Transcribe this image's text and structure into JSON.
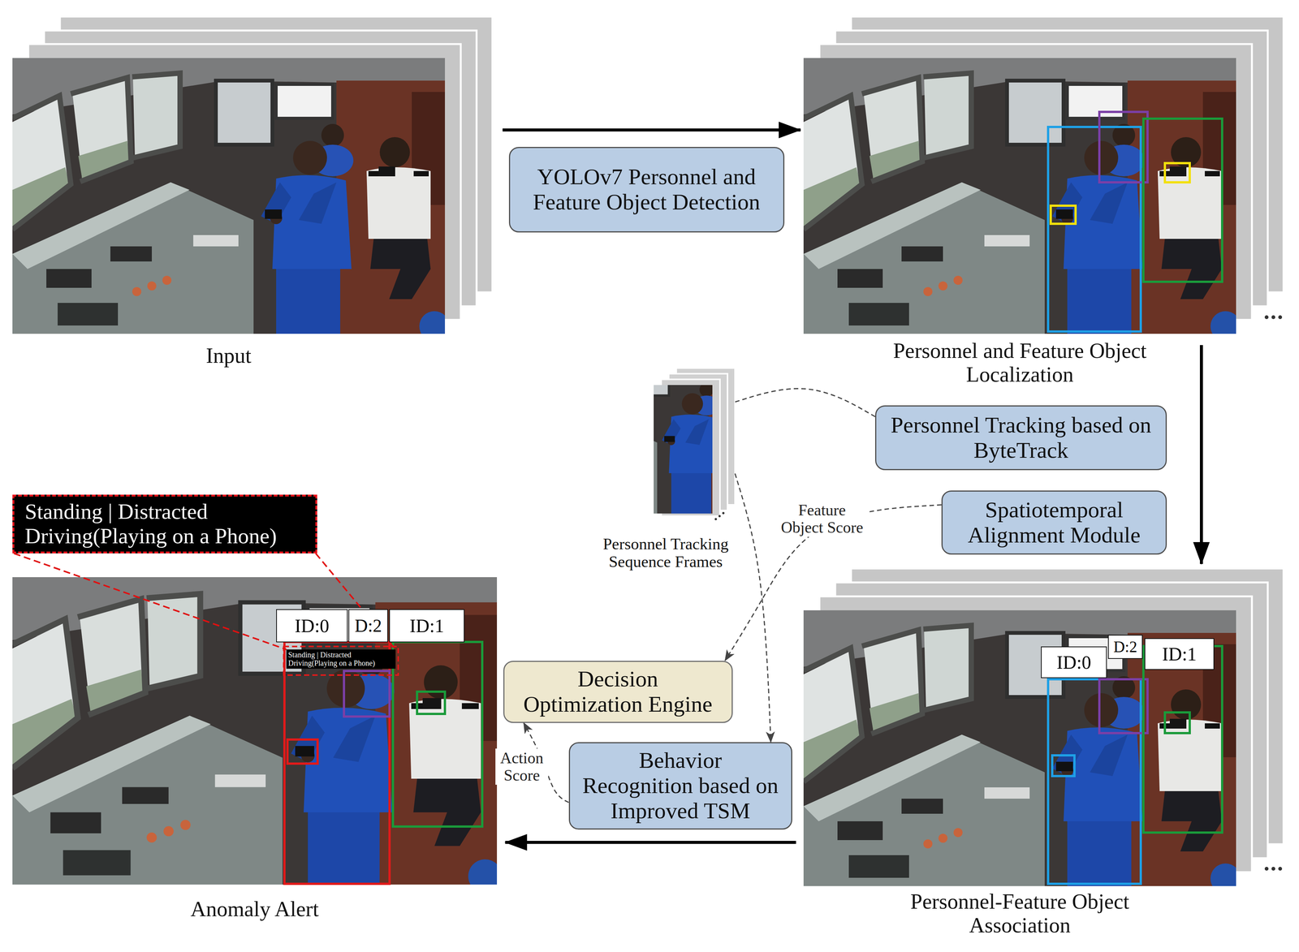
{
  "diagram": {
    "nodes": [
      {
        "text": [
          "Input"
        ]
      },
      {
        "text": [
          "YOLOv7 Personnel and Feature Object Detection"
        ]
      },
      {
        "text": [
          "Personnel and Feature Object Localization"
        ]
      },
      {
        "text": [
          "Personnel Tracking based on ByteTrack"
        ]
      },
      {
        "text": [
          "Spatiotemporal Alignment Module"
        ]
      },
      {
        "text": [
          "Personnel Tracking Sequence Frames"
        ]
      },
      {
        "text": [
          "Decision Optimization Engine"
        ]
      },
      {
        "text": [
          "Behavior Recognition based on Improved TSM"
        ]
      },
      {
        "text": [
          "Personnel-Feature Object Association"
        ]
      },
      {
        "text": [
          "ID:0"
        ],
        "in": 8
      },
      {
        "text": [
          "D:2"
        ],
        "in": 8
      },
      {
        "text": [
          "ID:1"
        ],
        "in": 8
      },
      {
        "text": [
          "Standing | Distracted Driving(Playing on a Phone)"
        ]
      },
      {
        "text": [
          "Anomaly Alert"
        ]
      },
      {
        "text": [
          "ID:0"
        ],
        "in": 13
      },
      {
        "text": [
          "D:2"
        ],
        "in": 13
      },
      {
        "text": [
          "ID:1"
        ],
        "in": 13
      },
      {
        "text": [
          "Standing | Distracted Driving(Playing on a Phone)"
        ],
        "in": 13
      }
    ],
    "edges": [
      {
        "from": 0,
        "to": 2,
        "arrow": "to"
      },
      {
        "from": 2,
        "to": 8,
        "arrow": "to"
      },
      {
        "from": 8,
        "to": 13,
        "arrow": "to"
      },
      {
        "from": 3,
        "to": 5,
        "arrow": "none"
      },
      {
        "from": 4,
        "to": 6,
        "label": "Feature Object Score",
        "arrow": "to"
      },
      {
        "from": 5,
        "to": 7,
        "arrow": "to"
      },
      {
        "from": 7,
        "to": 6,
        "label": "Action Score",
        "arrow": "to"
      },
      {
        "from": 12,
        "to": 17,
        "arrow": "none"
      }
    ]
  }
}
